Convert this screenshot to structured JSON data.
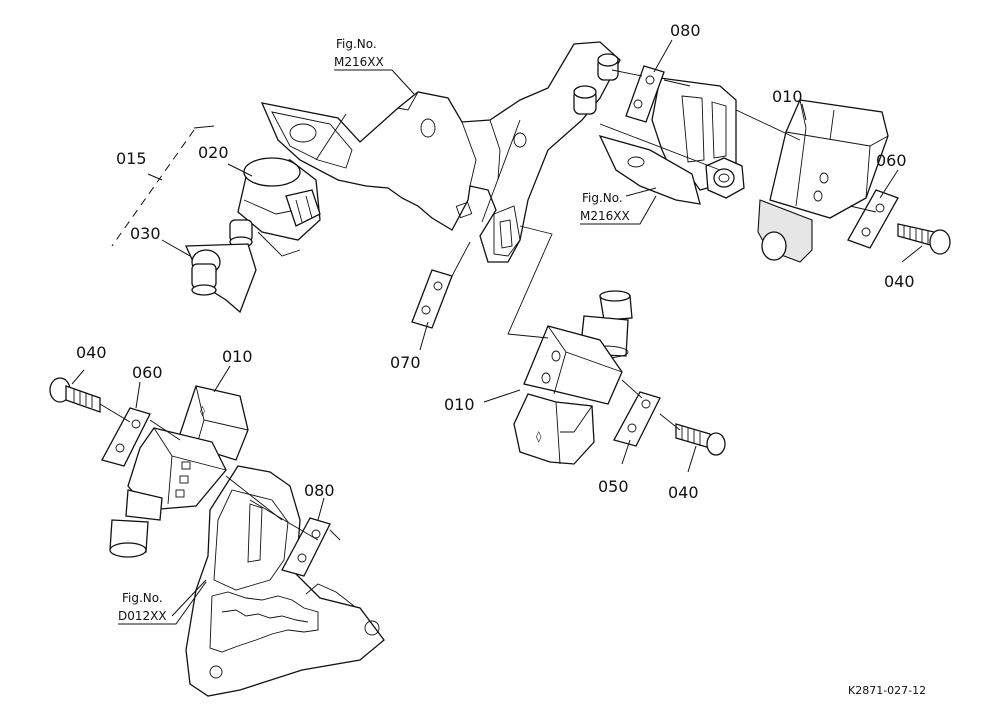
{
  "diagram": {
    "labels": {
      "015": "015",
      "020": "020",
      "030": "030",
      "070": "070",
      "080_top": "080",
      "010_top_right": "010",
      "060_right": "060",
      "040_right": "040",
      "010_center": "010",
      "050": "050",
      "040_center": "040",
      "040_left": "040",
      "060_left": "060",
      "010_left": "010",
      "080_bottom": "080"
    },
    "figure_refs": {
      "top_fig": "Fig.No.",
      "top_code": "M216XX",
      "mid_fig": "Fig.No.",
      "mid_code": "M216XX",
      "bottom_fig": "Fig.No.",
      "bottom_code": "D012XX"
    },
    "drawing_code": "K2871-027-12"
  }
}
